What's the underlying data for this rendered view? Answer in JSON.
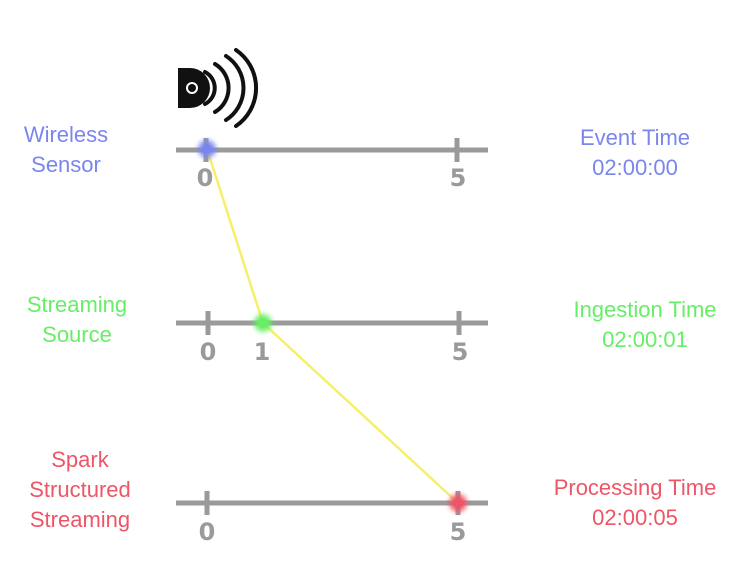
{
  "colors": {
    "sensor": "#7a86ee",
    "source": "#66ee66",
    "spark": "#ee5566",
    "timeline": "#9a9a9a",
    "path": "#f5f06a"
  },
  "icons": [
    "wireless-sensor-icon"
  ],
  "rows": [
    {
      "component": [
        "Wireless",
        "Sensor"
      ],
      "time_label": [
        "Event Time",
        "02:00:00"
      ],
      "ticks": [
        "0",
        "5"
      ],
      "event_at": 0
    },
    {
      "component": [
        "Streaming",
        "Source"
      ],
      "time_label": [
        "Ingestion Time",
        "02:00:01"
      ],
      "ticks": [
        "0",
        "1",
        "5"
      ],
      "event_at": 1
    },
    {
      "component": [
        "Spark",
        "Structured",
        "Streaming"
      ],
      "time_label": [
        "Processing Time",
        "02:00:05"
      ],
      "ticks": [
        "0",
        "5"
      ],
      "event_at": 5
    }
  ]
}
